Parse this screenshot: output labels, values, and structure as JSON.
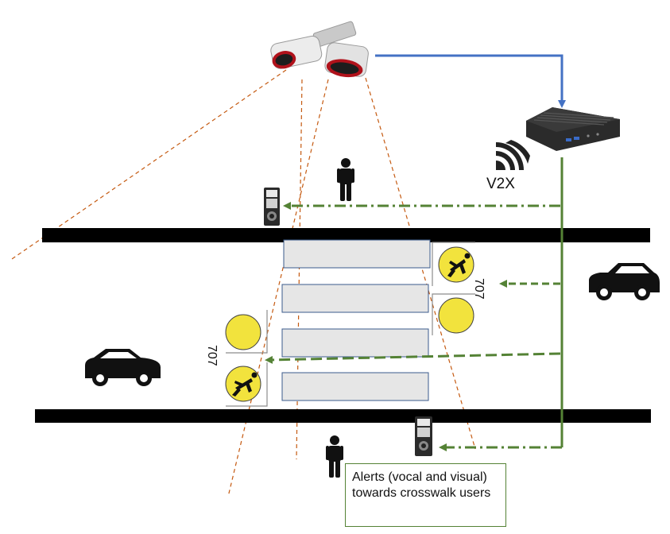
{
  "labels": {
    "v2x": "V2X",
    "alert_text": "Alerts (vocal and visual) towards crosswalk users",
    "sign_right_code": "707",
    "sign_left_code": "707"
  },
  "colors": {
    "data_link": "#4472c4",
    "v2x_link": "#548235",
    "camera_fov": "#c55a11",
    "road": "#000000",
    "crosswalk": "#e6e6e6",
    "sign_light": "#f2e33d"
  },
  "icons": {
    "camera": "dual-bullet-camera-icon",
    "edge_device": "edge-computer-icon",
    "wireless": "wireless-signal-icon",
    "pedestrian": "pedestrian-icon",
    "car": "car-icon",
    "call_box": "pedestrian-call-box-icon",
    "crossing_sign": "pedestrian-crossing-light-icon"
  }
}
